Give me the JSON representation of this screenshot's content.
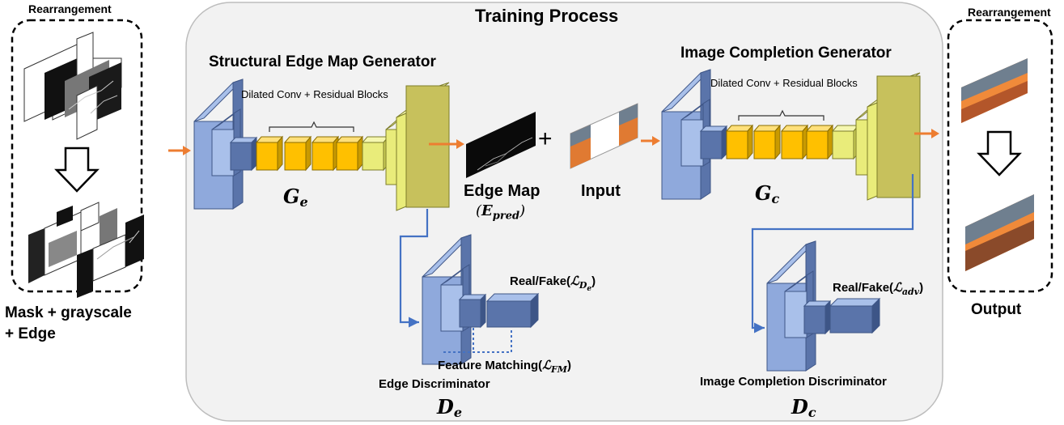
{
  "title": "Training Process",
  "left_panel": {
    "heading": "Rearrangement",
    "caption_line1": "Mask + grayscale",
    "caption_line2": "+ Edge"
  },
  "right_panel": {
    "heading": "Rearrangement",
    "caption": "Output"
  },
  "edge_generator": {
    "title": "Structural Edge Map Generator",
    "blocks_label": "Dilated Conv + Residual Blocks",
    "symbol_main": "G",
    "symbol_sub": "e"
  },
  "completion_generator": {
    "title": "Image Completion Generator",
    "blocks_label": "Dilated Conv + Residual Blocks",
    "symbol_main": "G",
    "symbol_sub": "c"
  },
  "edge_map": {
    "label": "Edge Map",
    "formula_open": "(",
    "formula_main": "E",
    "formula_sub": "pred",
    "formula_close": ")"
  },
  "input": {
    "label": "Input"
  },
  "plus_sign": "+",
  "edge_discriminator": {
    "title": "Edge Discriminator",
    "real_fake_text": "Real/Fake(",
    "loss_main": "ℒ",
    "loss_sub": "D",
    "loss_subsub": "e",
    "close": ")",
    "feature_text": "Feature Matching(",
    "fm_main": "ℒ",
    "fm_sub": "FM",
    "symbol_main": "D",
    "symbol_sub": "e"
  },
  "completion_discriminator": {
    "title": "Image Completion Discriminator",
    "real_fake_text": "Real/Fake(",
    "loss_main": "ℒ",
    "loss_sub": "adv",
    "close": ")",
    "symbol_main": "D",
    "symbol_sub": "c"
  },
  "colors": {
    "panel_fill": "#f2f2f2",
    "conv_blue": "#8fa9dc",
    "conv_blue_light": "#a9c0ea",
    "conv_blue_dark": "#5a74aa",
    "block_orange": "#ffc000",
    "block_yellow_light": "#e9ec7a",
    "block_olive": "#c7c15c",
    "arrow_orange": "#ed7d31",
    "line_blue": "#4472c4"
  }
}
